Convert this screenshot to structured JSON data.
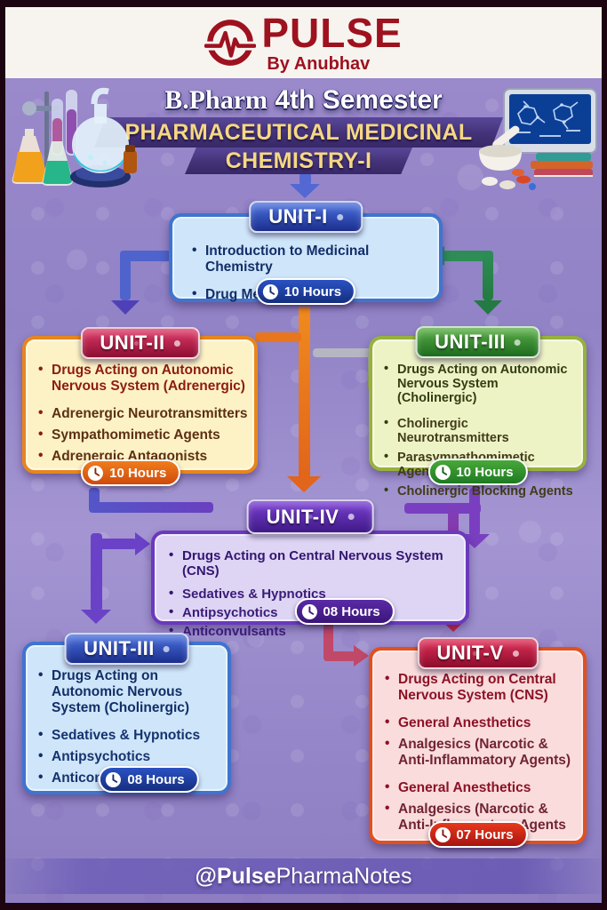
{
  "logo": {
    "brand": "PULSE",
    "byline": "By Anubhav"
  },
  "title": {
    "course_serif": "B.Pharm",
    "course_rest": "4th Semester",
    "banner_line1": "PHARMACEUTICAL MEDICINAL",
    "banner_line2": "CHEMISTRY-I"
  },
  "units": {
    "u1": {
      "title": "UNIT-I",
      "hours": "10 Hours",
      "items": [
        "Introduction to Medicinal Chemistry",
        "Drug Metabolism"
      ]
    },
    "u2": {
      "title": "UNIT-II",
      "hours": "10 Hours",
      "items": [
        "Drugs Acting on Autonomic Nervous System (Adrenergic)",
        "Adrenergic Neurotransmitters",
        "Sympathomimetic Agents",
        "Adrenergic Antagonists"
      ]
    },
    "u3": {
      "title": "UNIT-III",
      "hours": "10 Hours",
      "items": [
        "Drugs Acting on Autonomic Nervous System (Cholinergic)",
        "Cholinergic Neurotransmitters",
        "Parasympathomimetic Agents",
        "Cholinergic Blocking Agents"
      ]
    },
    "u4": {
      "title": "UNIT-IV",
      "hours": "08 Hours",
      "items": [
        "Drugs Acting on Central Nervous System (CNS)",
        "Sedatives & Hypnotics",
        "Antipsychotics",
        "Anticonvulsants"
      ]
    },
    "u3b": {
      "title": "UNIT-III",
      "hours": "08 Hours",
      "items": [
        "Drugs Acting on Autonomic Nervous System (Cholinergic)",
        "Sedatives & Hypnotics",
        "Antipsychotics",
        "Anticonvulsants"
      ]
    },
    "u5": {
      "title": "UNIT-V",
      "hours": "07 Hours",
      "items": [
        "Drugs Acting on Central Nervous System (CNS)",
        "General Anesthetics",
        "Analgesics (Narcotic & Anti-Inflammatory Agents)",
        "General Anesthetics",
        "Analgesics (Narcotic & Anti-Inflammatory Agents"
      ]
    }
  },
  "footer": {
    "handle_bold": "@Pulse",
    "handle_rest": "PharmaNotes"
  },
  "icons": {
    "logo": "heartbeat-pulse-icon",
    "badge": "clock-icon",
    "flow": "arrow-connectors",
    "decor_left": "lab-glassware-illustration",
    "decor_right": "computer-mortar-books-illustration"
  },
  "colors": {
    "brand_red": "#9E111E",
    "background_purple": "#9183C6",
    "banner_indigo": "#433277",
    "gold_text": "#F6D884",
    "unit_blue": "#2A52C4",
    "unit_orange": "#E8761C",
    "unit_green": "#2E8D3A",
    "unit_purple": "#5B2AA6",
    "unit_crimson": "#C22848"
  }
}
